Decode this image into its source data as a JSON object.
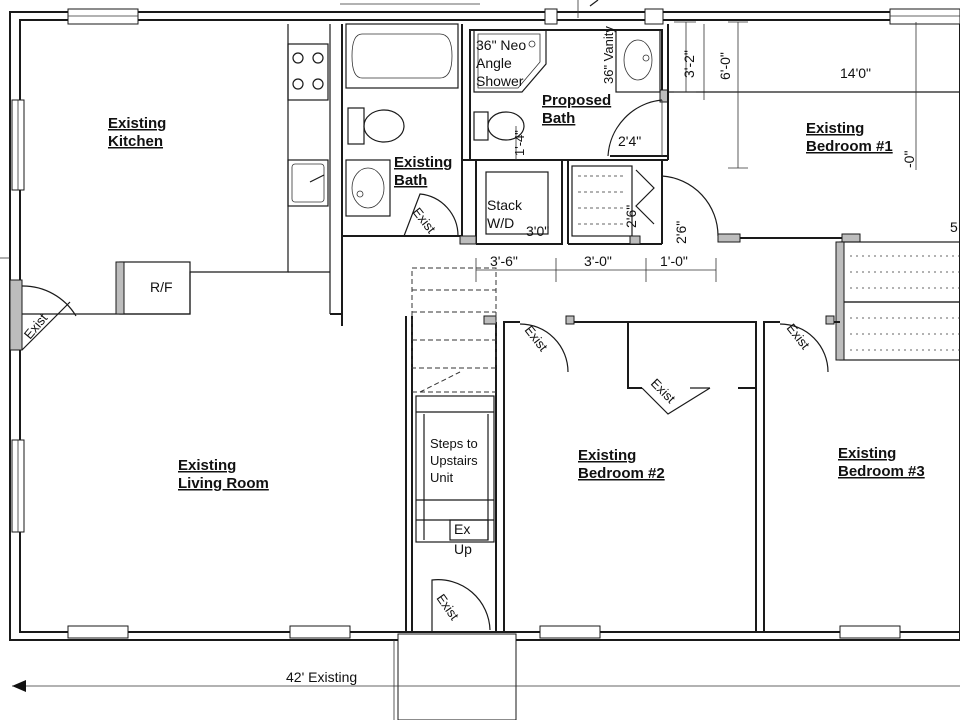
{
  "rooms": {
    "kitchen": [
      "Existing",
      "Kitchen"
    ],
    "existing_bath": [
      "Existing",
      "Bath"
    ],
    "proposed_bath": [
      "Proposed",
      "Bath"
    ],
    "bedroom1": [
      "Existing",
      "Bedroom #1"
    ],
    "living_room": [
      "Existing",
      "Living Room"
    ],
    "bedroom2": [
      "Existing",
      "Bedroom #2"
    ],
    "bedroom3": [
      "Existing",
      "Bedroom #3"
    ]
  },
  "fixtures": {
    "fridge": "R/F",
    "shower": [
      "36\" Neo",
      "Angle",
      "Shower"
    ],
    "vanity": "36\" Vanity",
    "stack_wd": [
      "Stack",
      "W/D"
    ],
    "steps": [
      "Steps to",
      "Upstairs",
      "Unit"
    ],
    "stair_marker": [
      "Ex",
      "Up"
    ]
  },
  "door_label": "Exist",
  "dimensions": {
    "bedroom1_width": "14'0\"",
    "bath_depth_a": "3'-2\"",
    "bath_depth_b": "6'-0\"",
    "bath_door": "2'4\"",
    "closet_depth": "2'6\"",
    "door_width": "2'6\"",
    "wd_width": "3'0\"",
    "hall_a": "3'-6\"",
    "hall_b": "3'-0\"",
    "hall_c": "1'-0\"",
    "shower_offset": "1'-4\"",
    "right_edge": "-0\"",
    "right_tick": "5",
    "overall_width": "42' Existing"
  }
}
